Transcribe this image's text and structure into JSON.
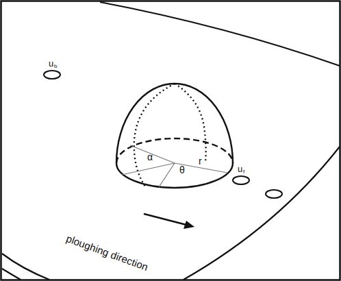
{
  "diagram": {
    "labels": [
      "u",
      "b",
      "u",
      "f",
      "α",
      "θ",
      "r",
      "ploughing direction"
    ]
  }
}
